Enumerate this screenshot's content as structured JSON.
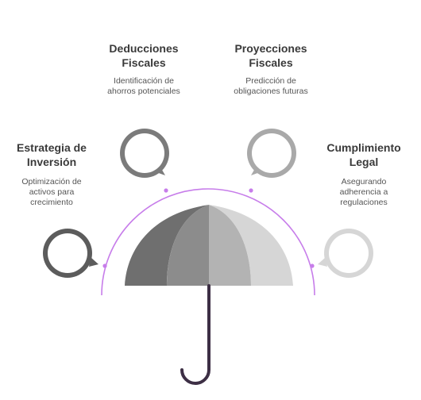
{
  "items": [
    {
      "title_lines": [
        "Estrategia de",
        "Inversión"
      ],
      "desc_lines": [
        "Optimización de",
        "activos para",
        "crecimiento"
      ],
      "color": "#5c5c5c"
    },
    {
      "title_lines": [
        "Deducciones",
        "Fiscales"
      ],
      "desc_lines": [
        "Identificación de",
        "ahorros potenciales"
      ],
      "color": "#7b7b7b"
    },
    {
      "title_lines": [
        "Proyecciones",
        "Fiscales"
      ],
      "desc_lines": [
        "Predicción de",
        "obligaciones futuras"
      ],
      "color": "#a9a9a9"
    },
    {
      "title_lines": [
        "Cumplimiento",
        "Legal"
      ],
      "desc_lines": [
        "Asegurando",
        "adherencia a",
        "regulaciones"
      ],
      "color": "#d6d6d6"
    }
  ],
  "colors": {
    "arc": "#c77dea",
    "handle": "#3d2f45",
    "panels": [
      "#6f6f6f",
      "#8c8c8c",
      "#b3b3b3",
      "#d6d6d6"
    ]
  }
}
